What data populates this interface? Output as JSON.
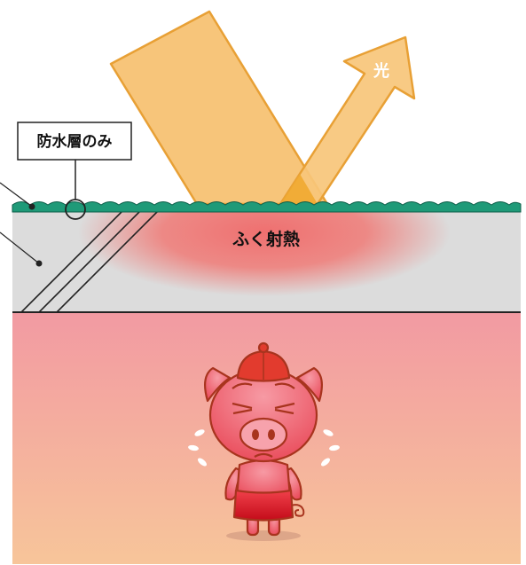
{
  "labels": {
    "waterproof_layer_only": "防水層のみ",
    "light": "光",
    "radiant_heat": "ふく射熱"
  },
  "colors": {
    "light_beam": "#f7c57a",
    "light_beam_stroke": "#e8a035",
    "waterproof_membrane": "#1f9a78",
    "concrete_slab": "#dcdcdc",
    "heat_glow": "#f06a6a",
    "room_top": "#f29aa2",
    "room_bottom": "#f7c59a",
    "pig_body": "#f06d7a",
    "pig_outline": "#a8341e",
    "pig_cap": "#e23b2e",
    "pig_shorts": "#e0202a"
  },
  "icons": [
    "waterproof-callout-circle",
    "light-arrow-icon",
    "pig-mascot-icon",
    "sweat-drop-icon"
  ]
}
